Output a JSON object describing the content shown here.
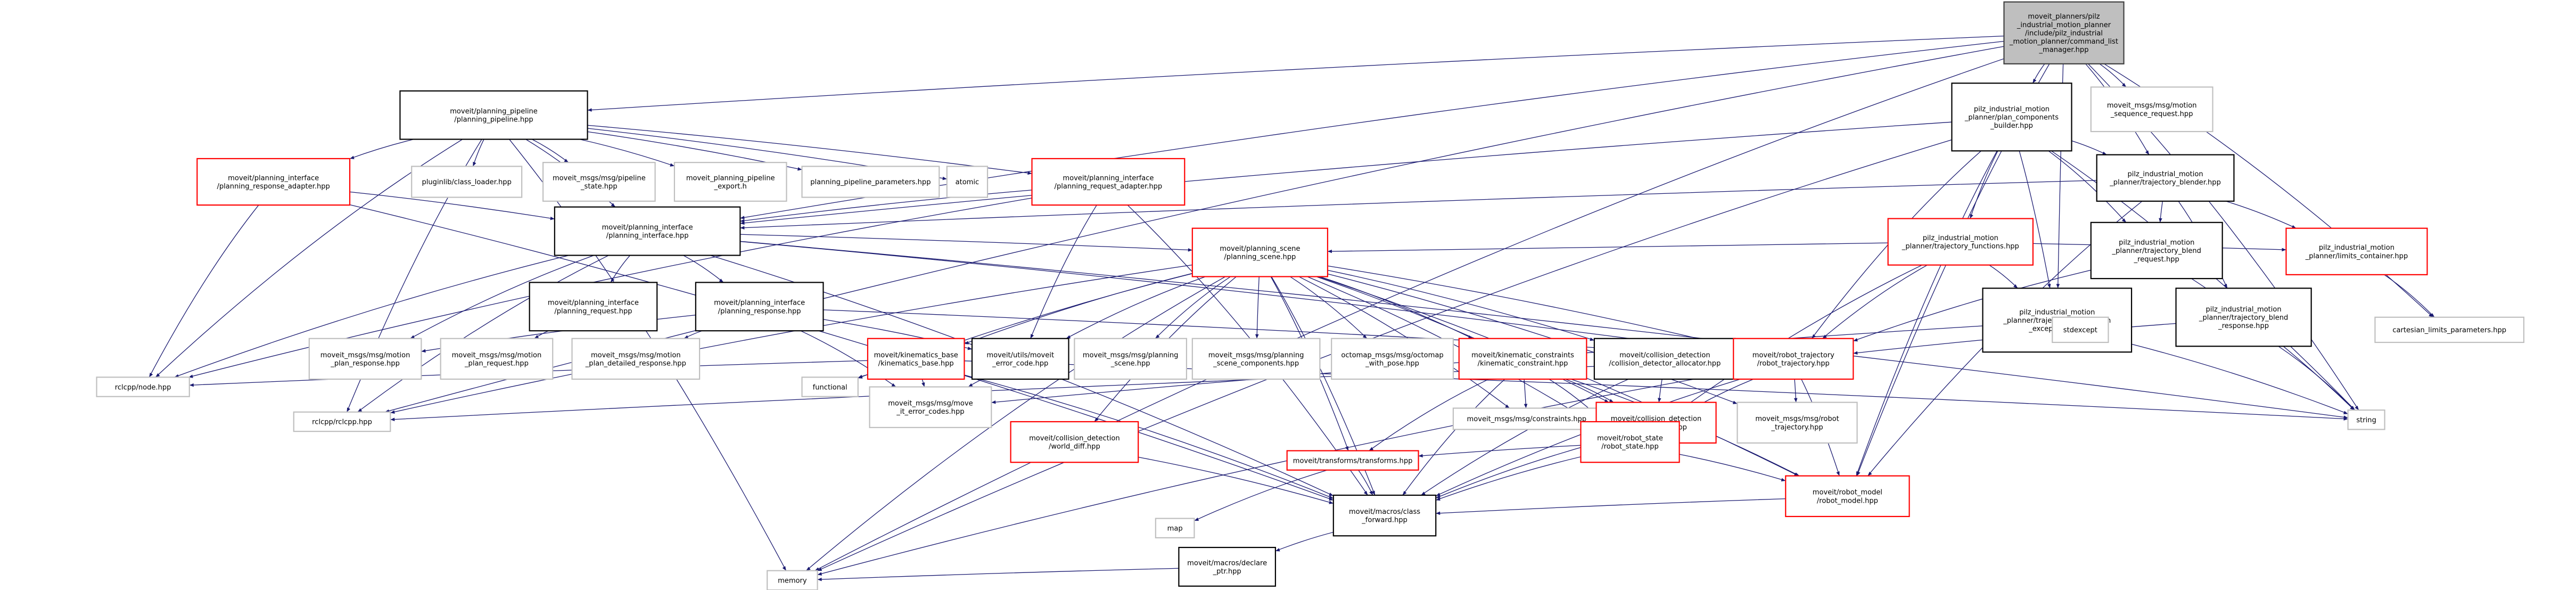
{
  "title": "Include dependency graph for command_list_manager.hpp",
  "colors": {
    "edge": "#191970",
    "root_fill": "#bfbfbf",
    "link_border": "#000000",
    "truncated_border": "#ff0000",
    "external_border": "#bfbfbf"
  },
  "nodes": [
    {
      "id": "root",
      "style": "gray",
      "lines": [
        "moveit_planners/pilz",
        "_industrial_motion_planner",
        "/include/pilz_industrial",
        "_motion_planner/command_list",
        "_manager.hpp"
      ]
    },
    {
      "id": "planning_pipeline",
      "style": "black",
      "lines": [
        "moveit/planning_pipeline",
        "/planning_pipeline.hpp"
      ]
    },
    {
      "id": "plan_components_builder",
      "style": "black",
      "lines": [
        "pilz_industrial_motion",
        "_planner/plan_components",
        "_builder.hpp"
      ]
    },
    {
      "id": "motion_sequence_request",
      "style": "light",
      "lines": [
        "moveit_msgs/msg/motion",
        "_sequence_request.hpp"
      ]
    },
    {
      "id": "response_adapter",
      "style": "red",
      "lines": [
        "moveit/planning_interface",
        "/planning_response_adapter.hpp"
      ]
    },
    {
      "id": "class_loader",
      "style": "light",
      "lines": [
        "pluginlib/class_loader.hpp"
      ]
    },
    {
      "id": "pipeline_state",
      "style": "light",
      "lines": [
        "moveit_msgs/msg/pipeline",
        "_state.hpp"
      ]
    },
    {
      "id": "pipeline_export",
      "style": "light",
      "lines": [
        "moveit_planning_pipeline",
        "_export.h"
      ]
    },
    {
      "id": "pipeline_params",
      "style": "light",
      "lines": [
        "planning_pipeline_parameters.hpp"
      ]
    },
    {
      "id": "atomic",
      "style": "light",
      "lines": [
        "atomic"
      ]
    },
    {
      "id": "request_adapter",
      "style": "red",
      "lines": [
        "moveit/planning_interface",
        "/planning_request_adapter.hpp"
      ]
    },
    {
      "id": "trajectory_blender",
      "style": "black",
      "lines": [
        "pilz_industrial_motion",
        "_planner/trajectory_blender.hpp"
      ]
    },
    {
      "id": "trajectory_functions",
      "style": "red",
      "lines": [
        "pilz_industrial_motion",
        "_planner/trajectory_functions.hpp"
      ]
    },
    {
      "id": "trajectory_blend_request",
      "style": "black",
      "lines": [
        "pilz_industrial_motion",
        "_planner/trajectory_blend",
        "_request.hpp"
      ]
    },
    {
      "id": "planning_interface",
      "style": "black",
      "lines": [
        "moveit/planning_interface",
        "/planning_interface.hpp"
      ]
    },
    {
      "id": "planning_request",
      "style": "black",
      "lines": [
        "moveit/planning_interface",
        "/planning_request.hpp"
      ]
    },
    {
      "id": "planning_response",
      "style": "black",
      "lines": [
        "moveit/planning_interface",
        "/planning_response.hpp"
      ]
    },
    {
      "id": "planning_scene",
      "style": "red",
      "lines": [
        "moveit/planning_scene",
        "/planning_scene.hpp"
      ]
    },
    {
      "id": "trajectory_generation_exceptions",
      "style": "black",
      "lines": [
        "pilz_industrial_motion",
        "_planner/trajectory_generation",
        "_exceptions.hpp"
      ]
    },
    {
      "id": "trajectory_blend_response",
      "style": "black",
      "lines": [
        "pilz_industrial_motion",
        "_planner/trajectory_blend",
        "_response.hpp"
      ]
    },
    {
      "id": "limits_container",
      "style": "red",
      "lines": [
        "pilz_industrial_motion",
        "_planner/limits_container.hpp"
      ]
    },
    {
      "id": "cartesian_limits",
      "style": "light",
      "lines": [
        "cartesian_limits_parameters.hpp"
      ]
    },
    {
      "id": "stdexcept",
      "style": "light",
      "lines": [
        "stdexcept"
      ]
    },
    {
      "id": "motion_plan_response",
      "style": "light",
      "lines": [
        "moveit_msgs/msg/motion",
        "_plan_response.hpp"
      ]
    },
    {
      "id": "motion_plan_request",
      "style": "light",
      "lines": [
        "moveit_msgs/msg/motion",
        "_plan_request.hpp"
      ]
    },
    {
      "id": "motion_plan_detailed_response",
      "style": "light",
      "lines": [
        "moveit_msgs/msg/motion",
        "_plan_detailed_response.hpp"
      ]
    },
    {
      "id": "kinematics_base",
      "style": "red",
      "lines": [
        "moveit/kinematics_base",
        "/kinematics_base.hpp"
      ]
    },
    {
      "id": "moveit_error_code",
      "style": "black",
      "lines": [
        "moveit/utils/moveit",
        "_error_code.hpp"
      ]
    },
    {
      "id": "msg_planning_scene",
      "style": "light",
      "lines": [
        "moveit_msgs/msg/planning",
        "_scene.hpp"
      ]
    },
    {
      "id": "msg_planning_scene_components",
      "style": "light",
      "lines": [
        "moveit_msgs/msg/planning",
        "_scene_components.hpp"
      ]
    },
    {
      "id": "octomap_with_pose",
      "style": "light",
      "lines": [
        "octomap_msgs/msg/octomap",
        "_with_pose.hpp"
      ]
    },
    {
      "id": "kinematic_constraint",
      "style": "red",
      "lines": [
        "moveit/kinematic_constraints",
        "/kinematic_constraint.hpp"
      ]
    },
    {
      "id": "collision_detector_allocator",
      "style": "black",
      "lines": [
        "moveit/collision_detection",
        "/collision_detector_allocator.hpp"
      ]
    },
    {
      "id": "robot_trajectory",
      "style": "red",
      "lines": [
        "moveit/robot_trajectory",
        "/robot_trajectory.hpp"
      ]
    },
    {
      "id": "rclcpp_node",
      "style": "light",
      "lines": [
        "rclcpp/node.hpp"
      ]
    },
    {
      "id": "rclcpp",
      "style": "light",
      "lines": [
        "rclcpp/rclcpp.hpp"
      ]
    },
    {
      "id": "functional",
      "style": "light",
      "lines": [
        "functional"
      ]
    },
    {
      "id": "move_it_error_codes",
      "style": "light",
      "lines": [
        "moveit_msgs/msg/move",
        "_it_error_codes.hpp"
      ]
    },
    {
      "id": "constraints",
      "style": "light",
      "lines": [
        "moveit_msgs/msg/constraints.hpp"
      ]
    },
    {
      "id": "collision_env",
      "style": "red",
      "lines": [
        "moveit/collision_detection",
        "/collision_env.hpp"
      ]
    },
    {
      "id": "msg_robot_trajectory",
      "style": "light",
      "lines": [
        "moveit_msgs/msg/robot",
        "_trajectory.hpp"
      ]
    },
    {
      "id": "string",
      "style": "light",
      "lines": [
        "string"
      ]
    },
    {
      "id": "world_diff",
      "style": "red",
      "lines": [
        "moveit/collision_detection",
        "/world_diff.hpp"
      ]
    },
    {
      "id": "robot_state",
      "style": "red",
      "lines": [
        "moveit/robot_state",
        "/robot_state.hpp"
      ]
    },
    {
      "id": "transforms",
      "style": "red",
      "lines": [
        "moveit/transforms/transforms.hpp"
      ]
    },
    {
      "id": "robot_model",
      "style": "red",
      "lines": [
        "moveit/robot_model",
        "/robot_model.hpp"
      ]
    },
    {
      "id": "map",
      "style": "light",
      "lines": [
        "map"
      ]
    },
    {
      "id": "class_forward",
      "style": "black",
      "lines": [
        "moveit/macros/class",
        "_forward.hpp"
      ]
    },
    {
      "id": "declare_ptr",
      "style": "black",
      "lines": [
        "moveit/macros/declare",
        "_ptr.hpp"
      ]
    },
    {
      "id": "memory",
      "style": "light",
      "lines": [
        "memory"
      ]
    }
  ],
  "edges": [
    [
      "root",
      "planning_pipeline"
    ],
    [
      "root",
      "plan_components_builder"
    ],
    [
      "root",
      "motion_sequence_request"
    ],
    [
      "root",
      "trajectory_blender"
    ],
    [
      "root",
      "planning_interface"
    ],
    [
      "root",
      "rclcpp"
    ],
    [
      "root",
      "memory"
    ],
    [
      "root",
      "string"
    ],
    [
      "root",
      "cartesian_limits"
    ],
    [
      "root",
      "trajectory_generation_exceptions"
    ],
    [
      "root",
      "robot_model"
    ],
    [
      "planning_pipeline",
      "response_adapter"
    ],
    [
      "planning_pipeline",
      "class_loader"
    ],
    [
      "planning_pipeline",
      "pipeline_state"
    ],
    [
      "planning_pipeline",
      "pipeline_export"
    ],
    [
      "planning_pipeline",
      "pipeline_params"
    ],
    [
      "planning_pipeline",
      "atomic"
    ],
    [
      "planning_pipeline",
      "request_adapter"
    ],
    [
      "planning_pipeline",
      "planning_interface"
    ],
    [
      "planning_pipeline",
      "rclcpp_node"
    ],
    [
      "planning_pipeline",
      "memory"
    ],
    [
      "planning_pipeline",
      "rclcpp"
    ],
    [
      "plan_components_builder",
      "trajectory_functions"
    ],
    [
      "plan_components_builder",
      "trajectory_blender"
    ],
    [
      "plan_components_builder",
      "trajectory_blend_request"
    ],
    [
      "plan_components_builder",
      "planning_interface"
    ],
    [
      "plan_components_builder",
      "trajectory_generation_exceptions"
    ],
    [
      "plan_components_builder",
      "robot_trajectory"
    ],
    [
      "plan_components_builder",
      "string"
    ],
    [
      "plan_components_builder",
      "memory"
    ],
    [
      "plan_components_builder",
      "robot_model"
    ],
    [
      "response_adapter",
      "planning_interface"
    ],
    [
      "response_adapter",
      "rclcpp_node"
    ],
    [
      "response_adapter",
      "class_forward"
    ],
    [
      "request_adapter",
      "planning_interface"
    ],
    [
      "request_adapter",
      "moveit_error_code"
    ],
    [
      "request_adapter",
      "rclcpp_node"
    ],
    [
      "request_adapter",
      "class_forward"
    ],
    [
      "trajectory_blender",
      "trajectory_blend_request"
    ],
    [
      "trajectory_blender",
      "trajectory_blend_response"
    ],
    [
      "trajectory_blender",
      "limits_container"
    ],
    [
      "trajectory_blender",
      "planning_interface"
    ],
    [
      "trajectory_blender",
      "robot_model"
    ],
    [
      "trajectory_functions",
      "planning_scene"
    ],
    [
      "trajectory_functions",
      "limits_container"
    ],
    [
      "trajectory_functions",
      "robot_trajectory"
    ],
    [
      "trajectory_functions",
      "trajectory_generation_exceptions"
    ],
    [
      "trajectory_functions",
      "robot_state"
    ],
    [
      "trajectory_blend_request",
      "robot_trajectory"
    ],
    [
      "trajectory_blend_request",
      "string"
    ],
    [
      "trajectory_blend_response",
      "robot_trajectory"
    ],
    [
      "trajectory_blend_response",
      "string"
    ],
    [
      "limits_container",
      "cartesian_limits"
    ],
    [
      "trajectory_generation_exceptions",
      "stdexcept"
    ],
    [
      "trajectory_generation_exceptions",
      "string"
    ],
    [
      "trajectory_generation_exceptions",
      "move_it_error_codes"
    ],
    [
      "planning_interface",
      "planning_request"
    ],
    [
      "planning_interface",
      "planning_response"
    ],
    [
      "planning_interface",
      "planning_scene"
    ],
    [
      "planning_interface",
      "robot_trajectory"
    ],
    [
      "planning_interface",
      "rclcpp"
    ],
    [
      "planning_interface",
      "class_forward"
    ],
    [
      "planning_interface",
      "string"
    ],
    [
      "planning_interface",
      "rclcpp_node"
    ],
    [
      "planning_interface",
      "motion_plan_response"
    ],
    [
      "planning_request",
      "motion_plan_request"
    ],
    [
      "planning_response",
      "motion_plan_response"
    ],
    [
      "planning_response",
      "motion_plan_detailed_response"
    ],
    [
      "planning_response",
      "robot_trajectory"
    ],
    [
      "planning_response",
      "moveit_error_code"
    ],
    [
      "planning_response",
      "move_it_error_codes"
    ],
    [
      "planning_scene",
      "msg_planning_scene"
    ],
    [
      "planning_scene",
      "msg_planning_scene_components"
    ],
    [
      "planning_scene",
      "octomap_with_pose"
    ],
    [
      "planning_scene",
      "kinematic_constraint"
    ],
    [
      "planning_scene",
      "collision_detector_allocator"
    ],
    [
      "planning_scene",
      "robot_trajectory"
    ],
    [
      "planning_scene",
      "kinematics_base"
    ],
    [
      "planning_scene",
      "moveit_error_code"
    ],
    [
      "planning_scene",
      "world_diff"
    ],
    [
      "planning_scene",
      "robot_state"
    ],
    [
      "planning_scene",
      "transforms"
    ],
    [
      "planning_scene",
      "class_forward"
    ],
    [
      "planning_scene",
      "functional"
    ],
    [
      "planning_scene",
      "memory"
    ],
    [
      "planning_scene",
      "rclcpp"
    ],
    [
      "planning_scene",
      "msg_robot_trajectory"
    ],
    [
      "planning_scene",
      "constraints"
    ],
    [
      "planning_scene",
      "collision_env"
    ],
    [
      "planning_scene",
      "robot_model"
    ],
    [
      "kinematics_base",
      "rclcpp_node"
    ],
    [
      "kinematics_base",
      "functional"
    ],
    [
      "kinematics_base",
      "move_it_error_codes"
    ],
    [
      "kinematics_base",
      "class_forward"
    ],
    [
      "kinematics_base",
      "string"
    ],
    [
      "moveit_error_code",
      "move_it_error_codes"
    ],
    [
      "kinematic_constraint",
      "constraints"
    ],
    [
      "kinematic_constraint",
      "collision_env"
    ],
    [
      "kinematic_constraint",
      "robot_state"
    ],
    [
      "kinematic_constraint",
      "transforms"
    ],
    [
      "kinematic_constraint",
      "class_forward"
    ],
    [
      "kinematic_constraint",
      "robot_model"
    ],
    [
      "collision_detector_allocator",
      "collision_env"
    ],
    [
      "collision_detector_allocator",
      "class_forward"
    ],
    [
      "robot_trajectory",
      "msg_robot_trajectory"
    ],
    [
      "robot_trajectory",
      "robot_state"
    ],
    [
      "robot_trajectory",
      "robot_model"
    ],
    [
      "robot_trajectory",
      "class_forward"
    ],
    [
      "robot_trajectory",
      "rclcpp"
    ],
    [
      "robot_trajectory",
      "memory"
    ],
    [
      "collision_env",
      "robot_state"
    ],
    [
      "collision_env",
      "class_forward"
    ],
    [
      "world_diff",
      "class_forward"
    ],
    [
      "robot_state",
      "transforms"
    ],
    [
      "robot_state",
      "robot_model"
    ],
    [
      "robot_state",
      "class_forward"
    ],
    [
      "transforms",
      "class_forward"
    ],
    [
      "transforms",
      "map"
    ],
    [
      "robot_model",
      "class_forward"
    ],
    [
      "class_forward",
      "declare_ptr"
    ],
    [
      "declare_ptr",
      "memory"
    ]
  ]
}
